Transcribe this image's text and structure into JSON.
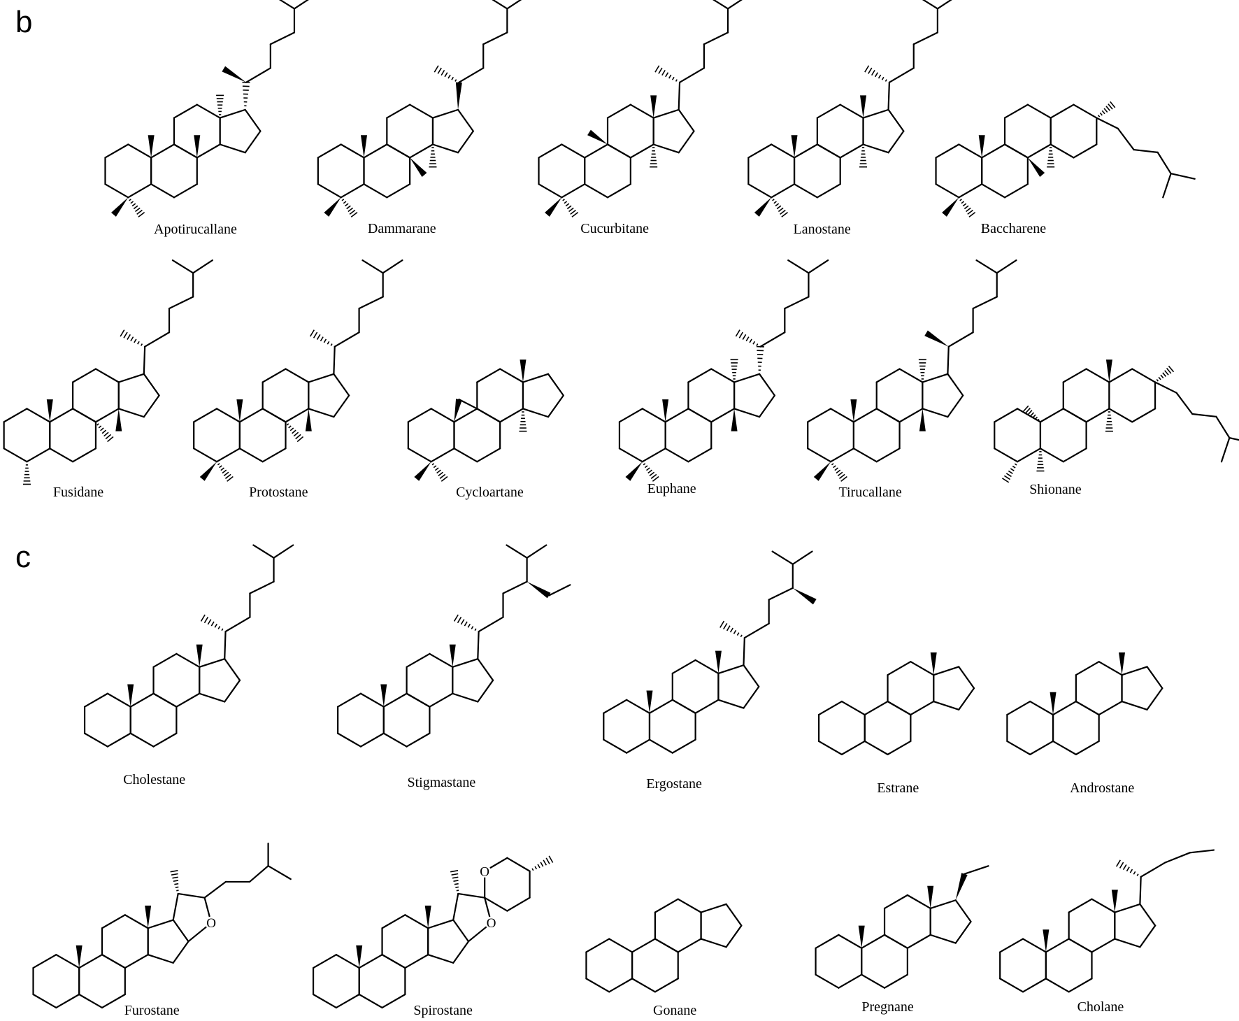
{
  "panels": [
    {
      "letter": "b"
    },
    {
      "letter": "c"
    }
  ],
  "structures": [
    {
      "name": "Apotirucallane"
    },
    {
      "name": "Dammarane"
    },
    {
      "name": "Cucurbitane"
    },
    {
      "name": "Lanostane"
    },
    {
      "name": "Baccharene"
    },
    {
      "name": "Fusidane"
    },
    {
      "name": "Protostane"
    },
    {
      "name": "Cycloartane"
    },
    {
      "name": "Euphane"
    },
    {
      "name": "Tirucallane"
    },
    {
      "name": "Shionane"
    },
    {
      "name": "Cholestane"
    },
    {
      "name": "Stigmastane"
    },
    {
      "name": "Ergostane"
    },
    {
      "name": "Estrane"
    },
    {
      "name": "Androstane"
    },
    {
      "name": "Furostane"
    },
    {
      "name": "Spirostane"
    },
    {
      "name": "Gonane"
    },
    {
      "name": "Pregnane"
    },
    {
      "name": "Cholane"
    }
  ],
  "atom_labels": {
    "oxygen": "O"
  }
}
